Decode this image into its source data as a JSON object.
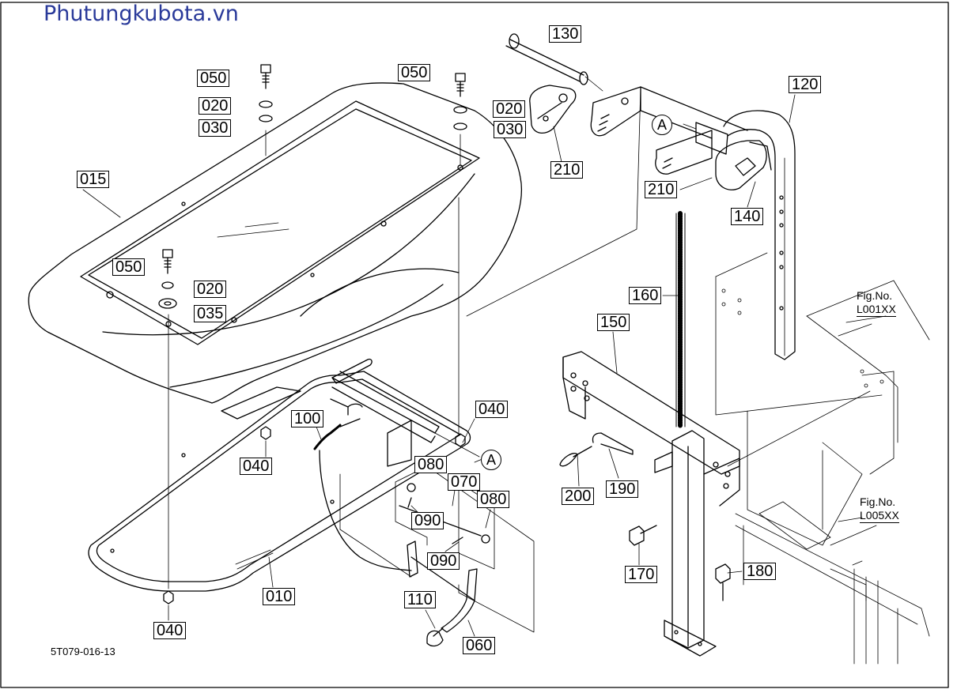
{
  "watermark": "Phutungkubota.vn",
  "drawing_code": "5T079-016-13",
  "reference_marker": "A",
  "figure_refs": [
    {
      "label": "Fig.No.",
      "code": "L001XX"
    },
    {
      "label": "Fig.No.",
      "code": "L005XX"
    }
  ],
  "callouts": {
    "c050a": "050",
    "c020a": "020",
    "c030a": "030",
    "c050b": "050",
    "c020b": "020",
    "c030b": "030",
    "c015": "015",
    "c050c": "050",
    "c020c": "020",
    "c035": "035",
    "c130": "130",
    "c210a": "210",
    "c210b": "210",
    "c120": "120",
    "c140": "140",
    "c160": "160",
    "c150": "150",
    "c040a": "040",
    "c040b": "040",
    "c040c": "040",
    "c100": "100",
    "c080a": "080",
    "c070": "070",
    "c080b": "080",
    "c090a": "090",
    "c090b": "090",
    "c010": "010",
    "c110": "110",
    "c060": "060",
    "c200": "200",
    "c190": "190",
    "c170": "170",
    "c180": "180"
  },
  "colors": {
    "line": "#000000",
    "watermark": "#2a3a9a",
    "callout_bg": "#ffffff"
  }
}
